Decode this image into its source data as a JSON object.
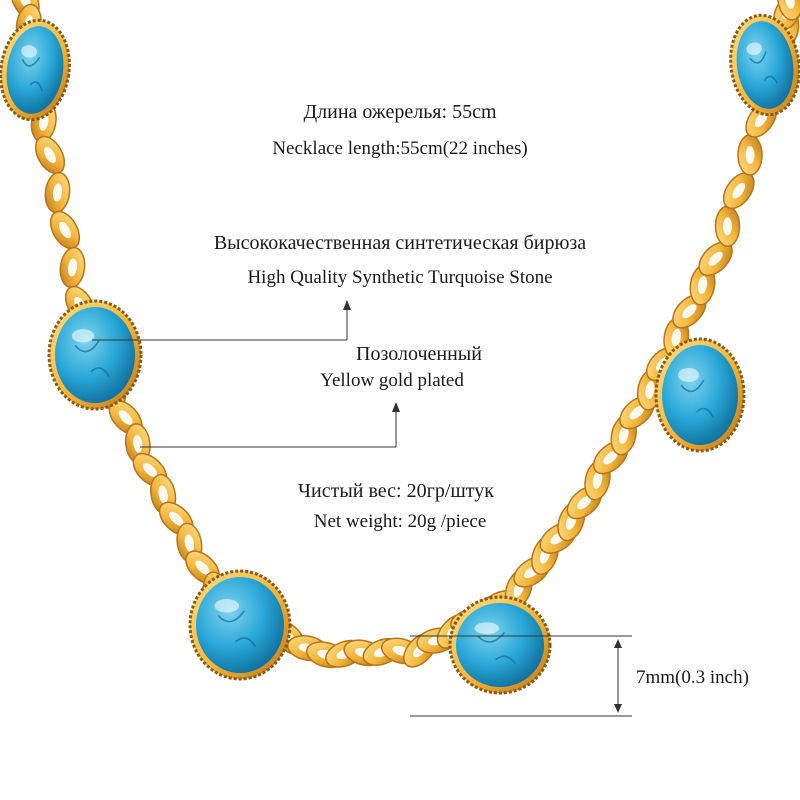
{
  "colors": {
    "gold_light": "#FFE08A",
    "gold": "#F2B43A",
    "gold_dark": "#B8741A",
    "bezel": "#8A5A12",
    "turquoise_light": "#7FD3EE",
    "turquoise": "#2AA8D8",
    "turquoise_dark": "#0F6E9C",
    "leader_line": "#333333"
  },
  "icons": {
    "chain": "gold-curb-chain-icon",
    "stone": "turquoise-cabochon-icon"
  },
  "labels": {
    "length_ru": "Длина ожерелья: 55cm",
    "length_en": "Necklace length:55cm(22 inches)",
    "stone_ru": "Высококачественная синтетическая бирюза",
    "stone_en": "High Quality Synthetic Turquoise Stone",
    "plating_ru": "Позолоченный",
    "plating_en": "Yellow gold plated",
    "weight_ru": "Чистый вес: 20гр/штук",
    "weight_en": "Net weight:  20g /piece",
    "width": "7mm(0.3 inch)"
  }
}
